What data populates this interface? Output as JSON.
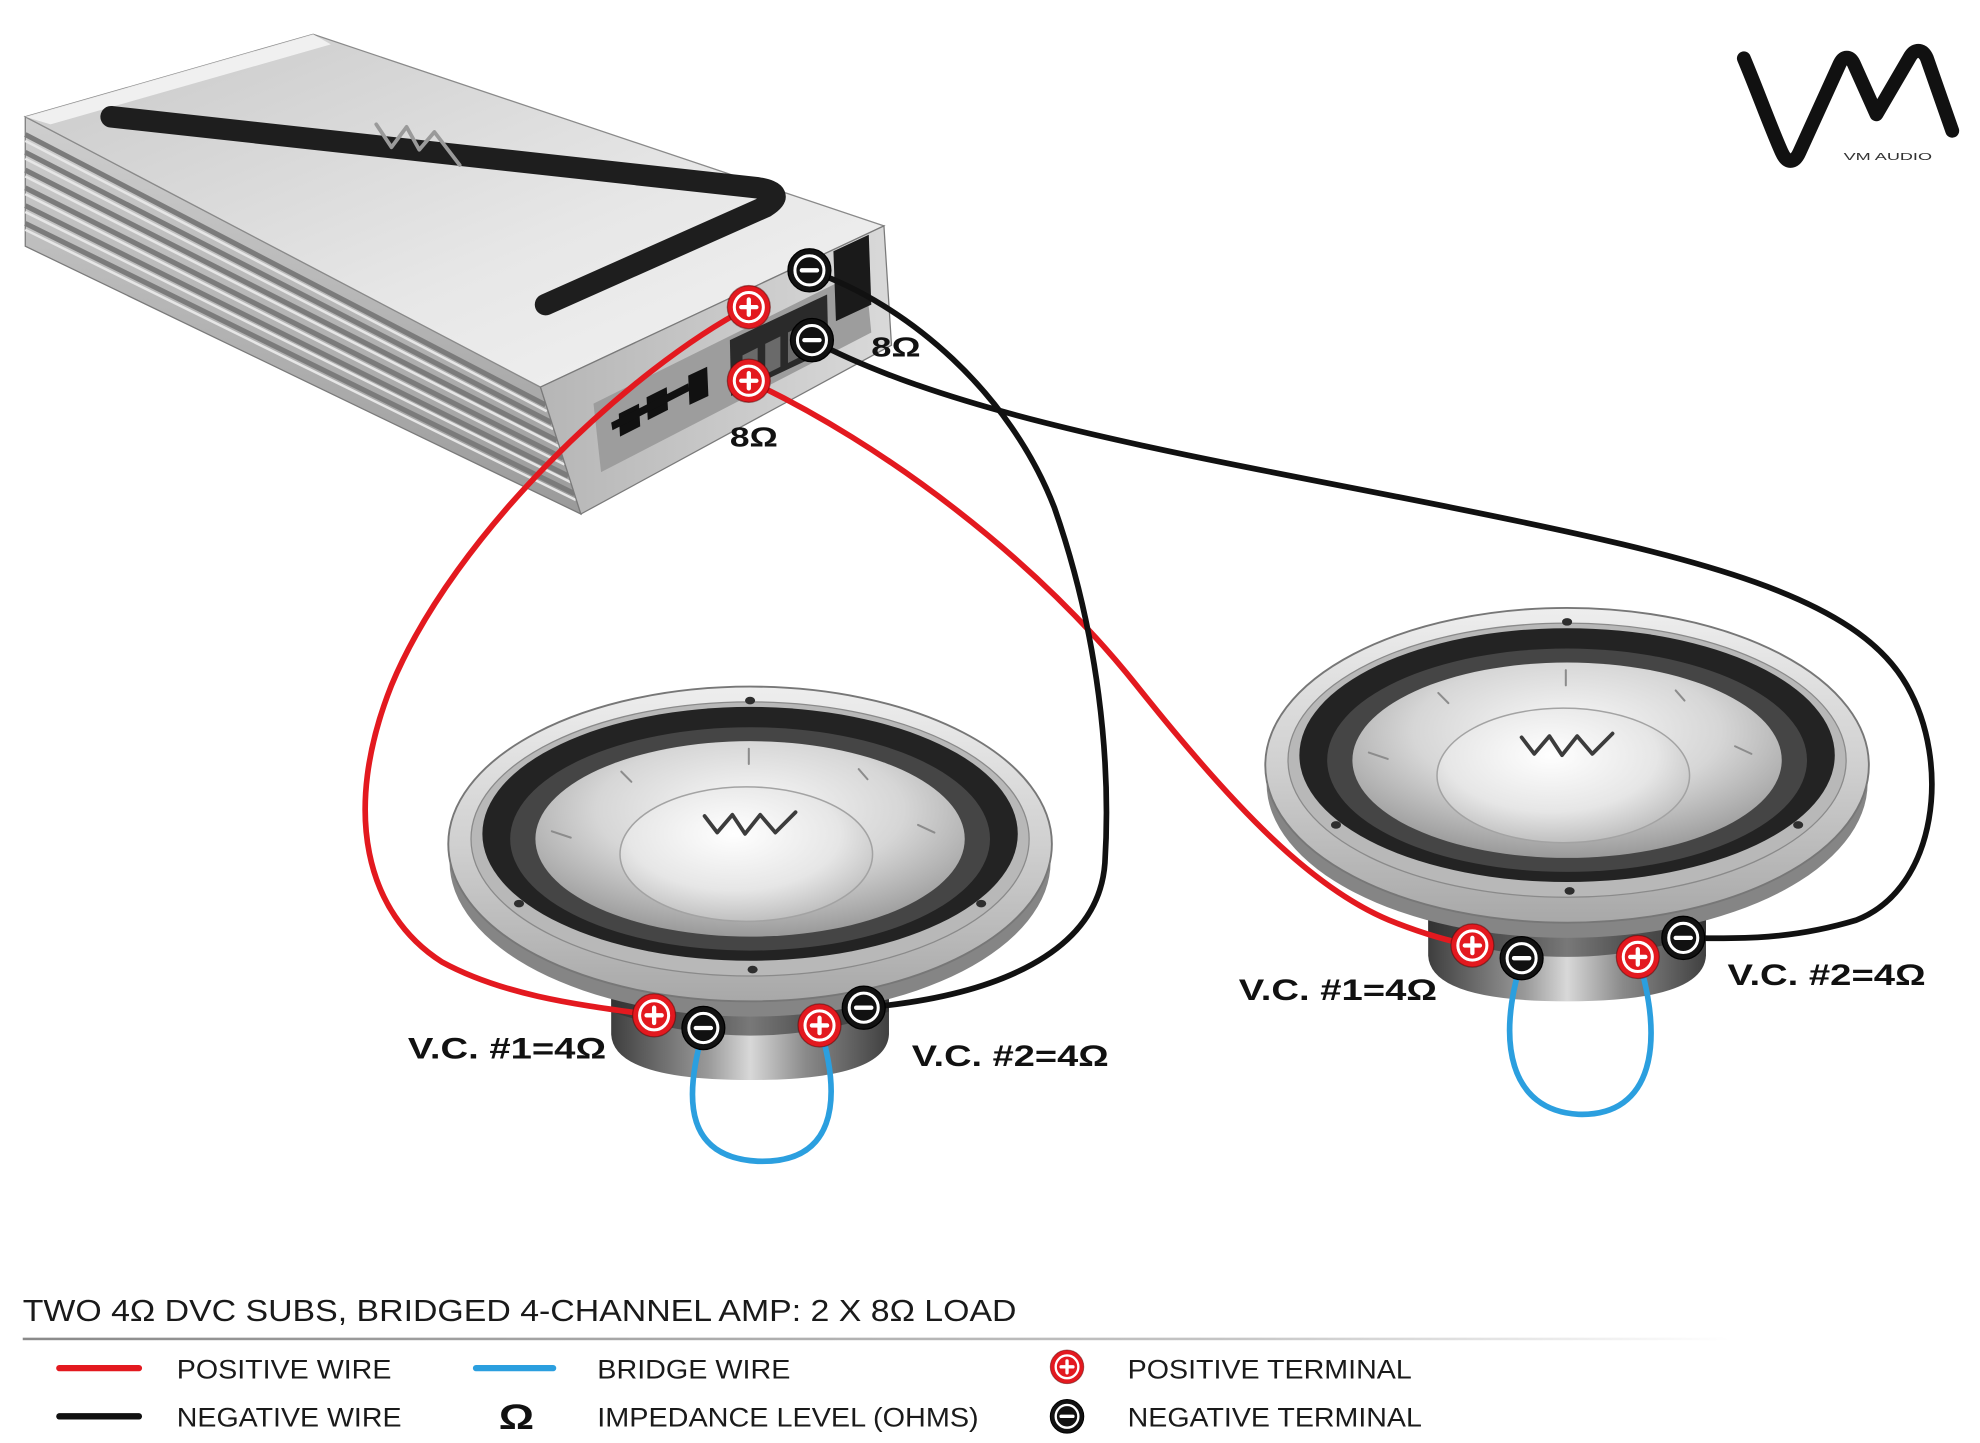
{
  "logo": {
    "wordmark": "VM",
    "caption": "VM AUDIO"
  },
  "amplifier": {
    "impedance_labels": [
      "8Ω",
      "8Ω"
    ],
    "terminal_icons": [
      "minus-terminal-icon",
      "plus-terminal-icon",
      "minus-terminal-icon",
      "plus-terminal-icon"
    ]
  },
  "subwoofers": [
    {
      "vc1_label": "V.C. #1=4Ω",
      "vc2_label": "V.C. #2=4Ω"
    },
    {
      "vc1_label": "V.C. #1=4Ω",
      "vc2_label": "V.C. #2=4Ω"
    }
  ],
  "legend": {
    "title": "TWO 4Ω DVC SUBS, BRIDGED 4-CHANNEL AMP: 2 X 8Ω LOAD",
    "positive_wire": "POSITIVE WIRE",
    "negative_wire": "NEGATIVE WIRE",
    "bridge_wire": "BRIDGE WIRE",
    "impedance_symbol": "Ω",
    "impedance_level": "IMPEDANCE LEVEL (OHMS)",
    "positive_terminal": "POSITIVE TERMINAL",
    "negative_terminal": "NEGATIVE TERMINAL"
  },
  "colors": {
    "positive": "#e3191f",
    "negative": "#111111",
    "bridge": "#2b9fdf"
  }
}
